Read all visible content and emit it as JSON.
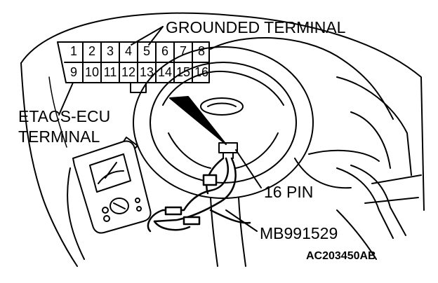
{
  "labels": {
    "grounded_terminal": "GROUNDED TERMINAL",
    "etacs_ecu_line1": "ETACS-ECU",
    "etacs_ecu_line2": "TERMINAL",
    "pin16": "16 PIN",
    "tool": "MB991529",
    "figure_code": "AC203450AB"
  },
  "connector": {
    "top_row": [
      "1",
      "2",
      "3",
      "4",
      "5",
      "6",
      "7",
      "8"
    ],
    "bottom_row": [
      "9",
      "10",
      "11",
      "12",
      "13",
      "14",
      "15",
      "16"
    ]
  }
}
